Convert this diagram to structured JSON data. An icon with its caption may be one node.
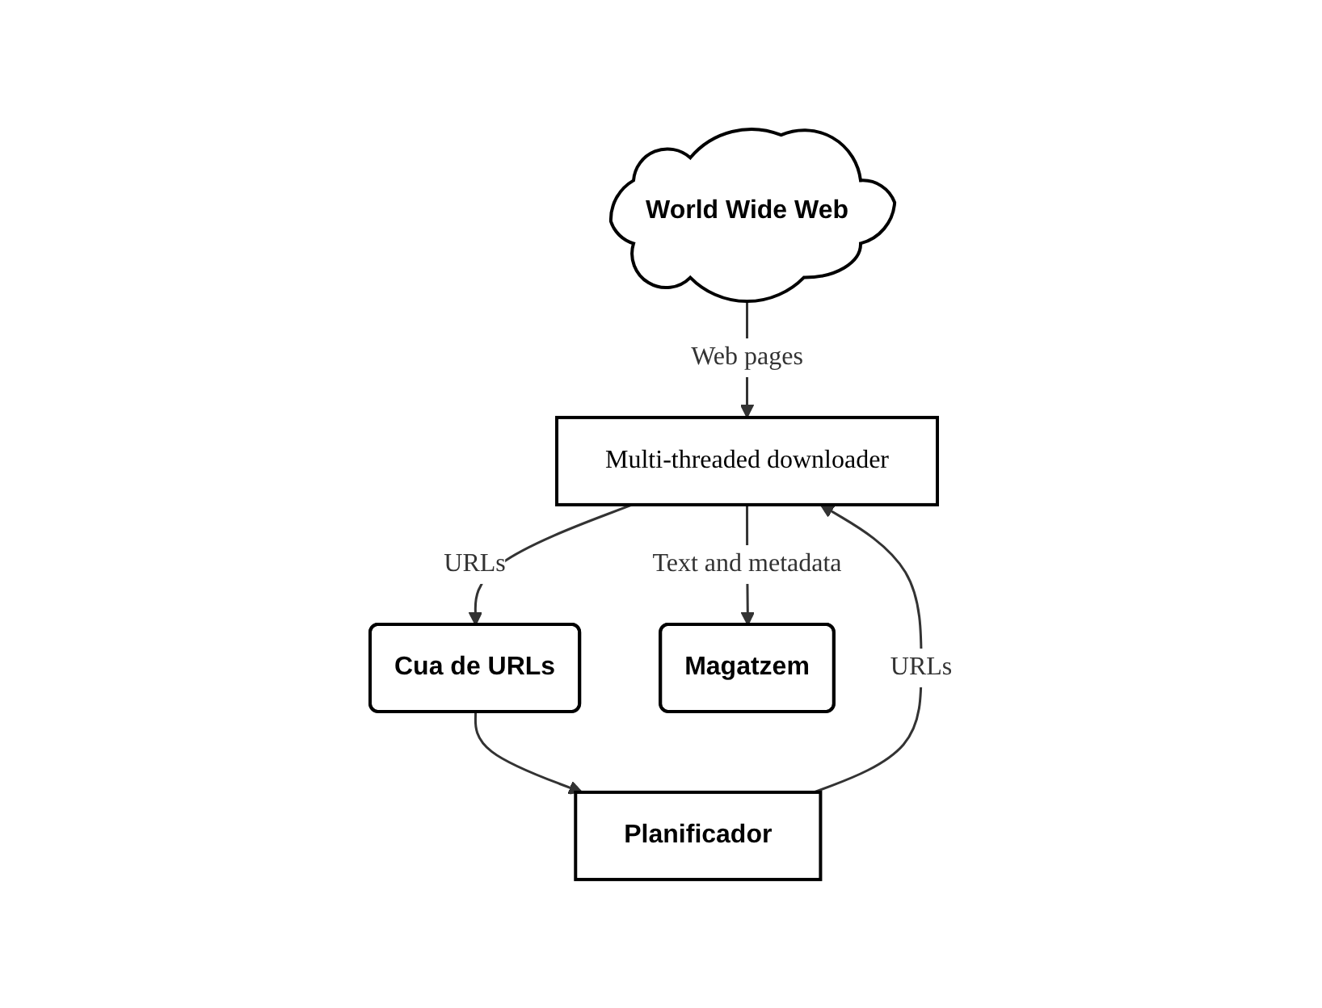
{
  "diagram": {
    "nodes": [
      {
        "text": [
          "World Wide Web"
        ]
      },
      {
        "text": [
          "Planificador"
        ]
      },
      {
        "text": [
          "Multi-threaded downloader"
        ]
      },
      {
        "text": [
          "Cua de URLs"
        ]
      },
      {
        "text": [
          "Magatzem"
        ]
      }
    ],
    "edges": [
      {
        "from": 0,
        "to": 2,
        "arrow": "to",
        "label": "Web pages"
      },
      {
        "from": 1,
        "to": 2,
        "arrow": "to",
        "label": "URLs"
      },
      {
        "from": 2,
        "to": 3,
        "arrow": "to",
        "label": "URLs"
      },
      {
        "from": 3,
        "to": 1,
        "arrow": "to"
      },
      {
        "from": 2,
        "to": 4,
        "arrow": "to",
        "label": "Text and metadata"
      }
    ]
  }
}
